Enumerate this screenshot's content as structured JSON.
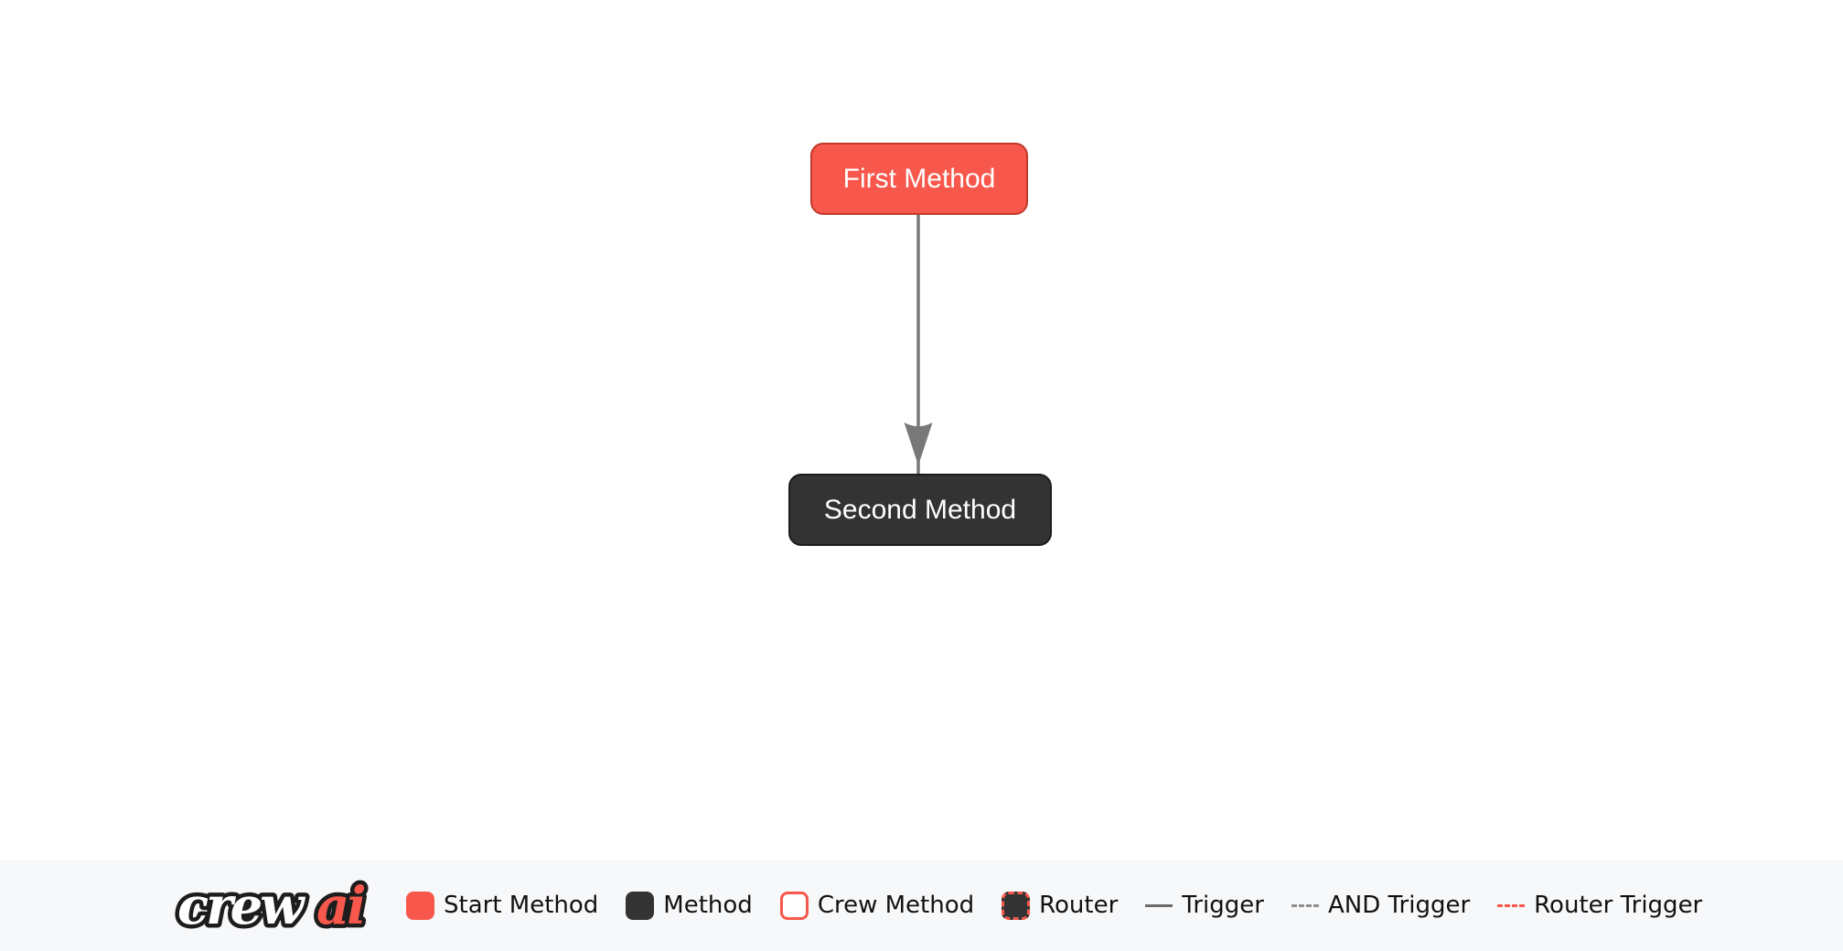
{
  "diagram": {
    "nodes": [
      {
        "id": "first_method",
        "label": "First Method",
        "fill": "#f8584c",
        "border": "#c0392b",
        "text_color": "#ffffff"
      },
      {
        "id": "second_method",
        "label": "Second Method",
        "fill": "#333333",
        "border": "#1c1c1c",
        "text_color": "#ffffff"
      }
    ],
    "edges": [
      {
        "from": "first_method",
        "to": "second_method",
        "type": "trigger",
        "color": "#787878"
      }
    ]
  },
  "brand": {
    "name": "crewai",
    "part1": "crew",
    "part2": "ai",
    "part1_color": "#ffffff",
    "part2_color": "#f8584c",
    "outline_color": "#1d1d1d"
  },
  "legend": {
    "items": [
      {
        "label": "Start Method",
        "swatch": "box",
        "fill": "#f8584c",
        "border": "#f8584c",
        "border_style": "solid"
      },
      {
        "label": "Method",
        "swatch": "box",
        "fill": "#333333",
        "border": "#333333",
        "border_style": "solid"
      },
      {
        "label": "Crew Method",
        "swatch": "box",
        "fill": "#ffffff",
        "border": "#f8584c",
        "border_style": "solid"
      },
      {
        "label": "Router",
        "swatch": "box",
        "fill": "#333333",
        "border": "#f8584c",
        "border_style": "dashed"
      },
      {
        "label": "Trigger",
        "swatch": "line",
        "color": "#6b6b6b",
        "line_style": "solid"
      },
      {
        "label": "AND Trigger",
        "swatch": "line",
        "color": "#8f8f8f",
        "line_style": "dashed"
      },
      {
        "label": "Router Trigger",
        "swatch": "line",
        "color": "#f8584c",
        "line_style": "dashed"
      }
    ]
  },
  "colors": {
    "canvas_bg": "#ffffff",
    "footer_bg": "#f7f8fa",
    "edge": "#787878"
  }
}
